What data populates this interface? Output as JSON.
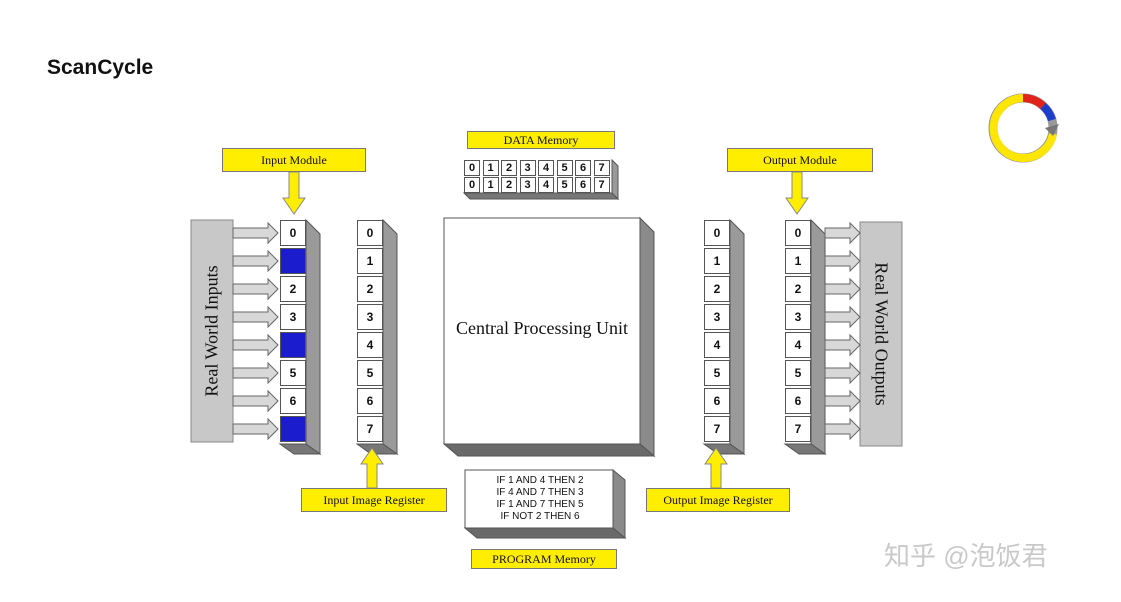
{
  "title": "ScanCycle",
  "labels": {
    "input_module": "Input Module",
    "output_module": "Output Module",
    "data_memory": "DATA Memory",
    "input_image_register": "Input Image Register",
    "output_image_register": "Output Image Register",
    "program_memory": "PROGRAM Memory"
  },
  "cpu": "Central Processing Unit",
  "real_world_inputs": "Real World Inputs",
  "real_world_outputs": "Real World Outputs",
  "register_cells": [
    "0",
    "1",
    "2",
    "3",
    "4",
    "5",
    "6",
    "7"
  ],
  "data_memory_cells": [
    "0",
    "1",
    "2",
    "3",
    "4",
    "5",
    "6",
    "7"
  ],
  "input_module_active": [
    1,
    4,
    7
  ],
  "program": [
    "IF 1 AND 4 THEN 2",
    "IF 4 AND 7 THEN 3",
    "IF 1 AND 7 THEN 5",
    "IF NOT 2 THEN 6"
  ],
  "watermark": "知乎 @泡饭君",
  "colors": {
    "label_yellow": "#ffee00",
    "active_blue": "#1c1ccf",
    "grey_block": "#c8c8c8"
  }
}
